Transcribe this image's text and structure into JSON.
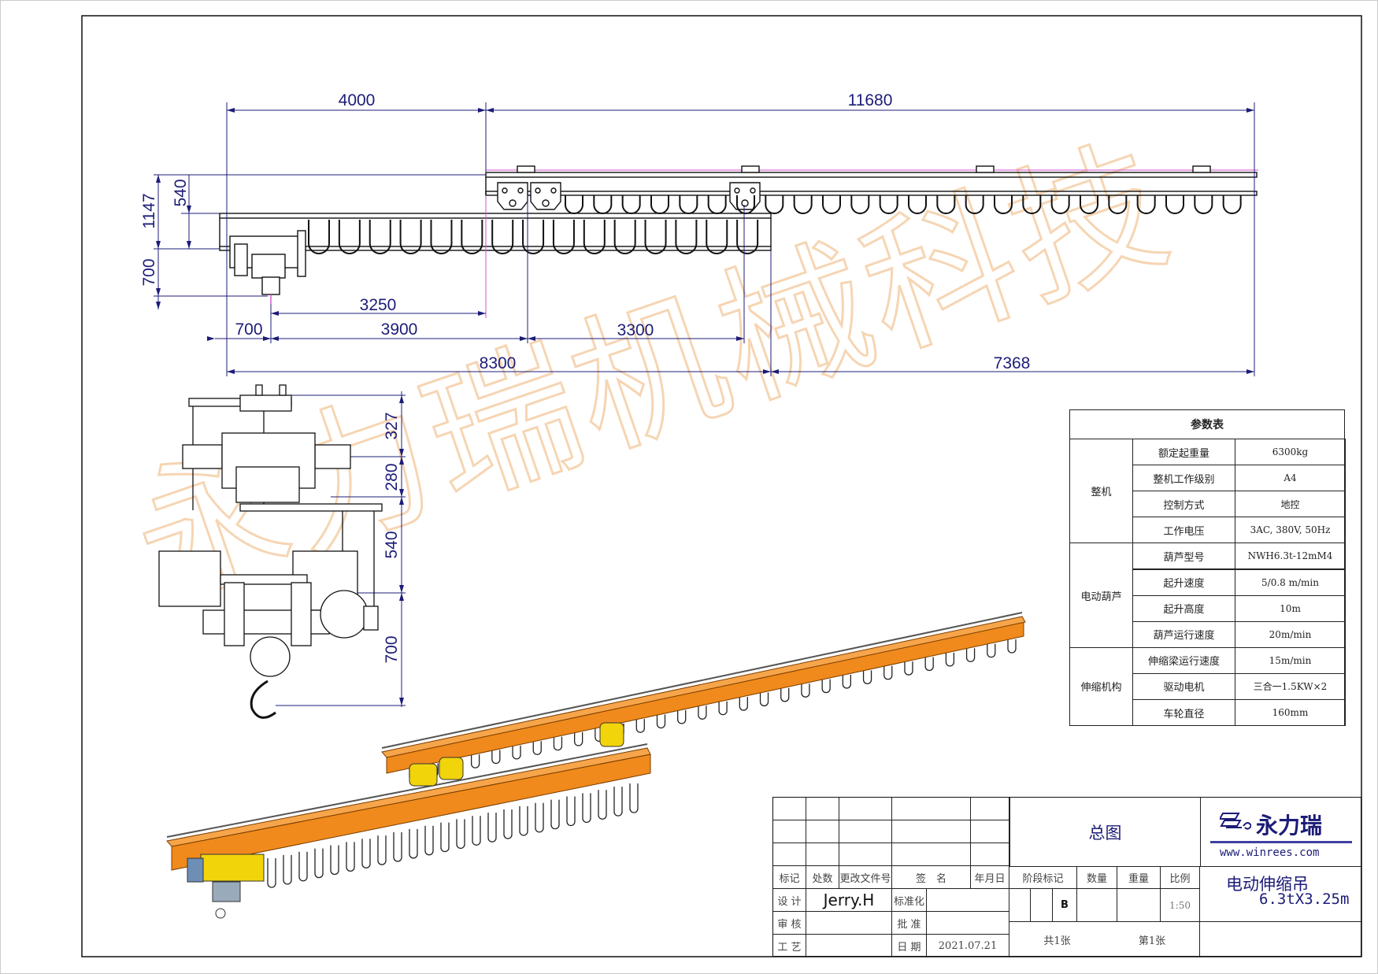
{
  "watermark": "永力瑞机械科技",
  "dimensions": {
    "top": {
      "left_span": "4000",
      "right_span": "11680"
    },
    "vertical_left": {
      "total_height": "1147",
      "beam_offset": "540",
      "hoist_drop": "700"
    },
    "lower_row1": {
      "hook_to_joint": "3250"
    },
    "lower_row2": {
      "end_offset": "700",
      "middle": "3900",
      "trolley_spacing": "3300"
    },
    "lower_row3": {
      "lower_beam": "8300",
      "upper_beam": "7368"
    },
    "side_view": {
      "d1": "327",
      "d2": "280",
      "d3": "540",
      "d4": "700"
    }
  },
  "param_table": {
    "title": "参数表",
    "groups": [
      {
        "name": "整机",
        "rows": [
          {
            "label": "额定起重量",
            "value": "6300kg"
          },
          {
            "label": "整机工作级别",
            "value": "A4"
          },
          {
            "label": "控制方式",
            "value": "地控"
          },
          {
            "label": "工作电压",
            "value": "3AC, 380V, 50Hz"
          }
        ]
      },
      {
        "name": "电动葫芦",
        "rows": [
          {
            "label": "葫芦型号",
            "value": "NWH6.3t-12mM4"
          },
          {
            "label": "起升速度",
            "value": "5/0.8 m/min"
          },
          {
            "label": "起升高度",
            "value": "10m"
          },
          {
            "label": "葫芦运行速度",
            "value": "20m/min"
          }
        ]
      },
      {
        "name": "伸缩机构",
        "rows": [
          {
            "label": "伸缩梁运行速度",
            "value": "15m/min"
          },
          {
            "label": "驱动电机",
            "value": "三合一1.5KW×2"
          },
          {
            "label": "车轮直径",
            "value": "160mm"
          }
        ]
      }
    ]
  },
  "title_block": {
    "headers": [
      "标记",
      "处数",
      "更改文件号",
      "签　名",
      "年月日",
      "阶段标记",
      "数量",
      "重量",
      "比例"
    ],
    "design_label": "设 计",
    "designer": "Jerry.H",
    "standard_label": "标准化",
    "review_label": "审 核",
    "approve_label": "批 准",
    "process_label": "工 艺",
    "date_label": "日 期",
    "date": "2021.07.21",
    "stage": "B",
    "scale": "1:50",
    "sheets_total": "共1张",
    "sheet_no": "第1张",
    "drawing_name": "总图",
    "company_name": "永力瑞",
    "website": "www.winrees.com",
    "product_name": "电动伸缩吊",
    "product_spec": "6.3tX3.25m"
  },
  "colors": {
    "dimension": "#1c1c78",
    "beam": "#f08a1c",
    "trolley": "#f2d40a",
    "watermark": "#f3c79a"
  }
}
